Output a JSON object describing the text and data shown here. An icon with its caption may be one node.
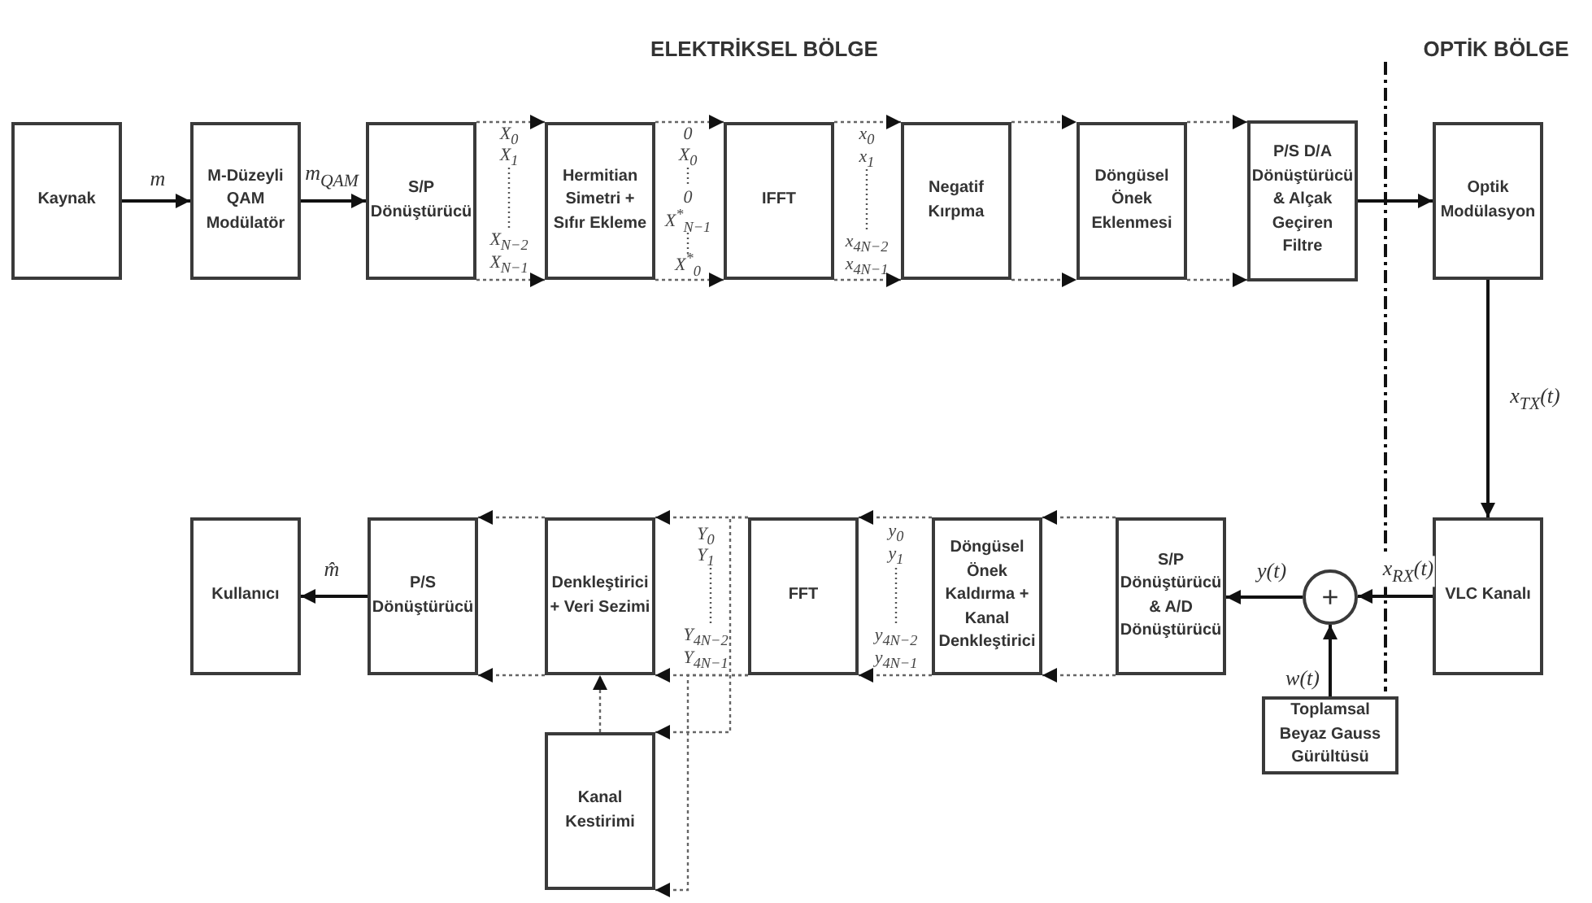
{
  "diagram": {
    "nodes": [
      {
        "text": [
          "Kaynak"
        ]
      },
      {
        "text": [
          "M-Düzeyli QAM Modülatör"
        ]
      },
      {
        "text": [
          "S/P Dönüştürücü"
        ]
      },
      {
        "text": [
          "Hermitian Simetri + Sıfır Ekleme"
        ]
      },
      {
        "text": [
          "IFFT"
        ]
      },
      {
        "text": [
          "Negatif Kırpma"
        ]
      },
      {
        "text": [
          "Döngüsel Önek Eklenmesi"
        ]
      },
      {
        "text": [
          "P/S D/A Dönüştürücü & Alçak Geçiren Filtre"
        ]
      },
      {
        "text": [
          "Optik Modülasyon"
        ]
      },
      {
        "text": [
          "VLC Kanalı"
        ]
      },
      {
        "text": [
          "+"
        ]
      },
      {
        "text": [
          "Toplamsal Beyaz Gauss Gürültüsü"
        ]
      },
      {
        "text": [
          "S/P Dönüştürücü & A/D Dönüştürücü"
        ]
      },
      {
        "text": [
          "Döngüsel Önek Kaldırma + Kanal Denkleştirici"
        ]
      },
      {
        "text": [
          "FFT"
        ]
      },
      {
        "text": [
          "Denkleştirici + Veri Sezimi"
        ]
      },
      {
        "text": [
          "P/S Dönüştürücü"
        ]
      },
      {
        "text": [
          "Kullanıcı"
        ]
      },
      {
        "text": [
          "Kanal Kestirimi"
        ]
      }
    ],
    "edges": [
      {
        "from": 0,
        "to": 1,
        "arrow": "to",
        "label": "m"
      },
      {
        "from": 1,
        "to": 2,
        "arrow": "to",
        "label": "m$_{QAM}$"
      },
      {
        "from": 2,
        "to": 3,
        "arrow": "to",
        "style": "dashed"
      },
      {
        "from": 2,
        "to": 3,
        "arrow": "to",
        "style": "dashed"
      },
      {
        "from": 3,
        "to": 4,
        "arrow": "to",
        "style": "dashed"
      },
      {
        "from": 3,
        "to": 4,
        "arrow": "to",
        "style": "dashed"
      },
      {
        "from": 4,
        "to": 5,
        "arrow": "to",
        "style": "dashed"
      },
      {
        "from": 4,
        "to": 5,
        "arrow": "to",
        "style": "dashed"
      },
      {
        "from": 5,
        "to": 6,
        "arrow": "to",
        "style": "dashed"
      },
      {
        "from": 5,
        "to": 6,
        "arrow": "to",
        "style": "dashed"
      },
      {
        "from": 6,
        "to": 7,
        "arrow": "to",
        "style": "dashed"
      },
      {
        "from": 6,
        "to": 7,
        "arrow": "to",
        "style": "dashed"
      },
      {
        "from": 7,
        "to": 8,
        "arrow": "to"
      },
      {
        "from": 8,
        "to": 9,
        "arrow": "to",
        "label": "x$_{TX}$(t)"
      },
      {
        "from": 9,
        "to": 10,
        "arrow": "to",
        "label": "x$_{RX}$(t)"
      },
      {
        "from": 11,
        "to": 10,
        "arrow": "to",
        "label": "w(t)"
      },
      {
        "from": 10,
        "to": 12,
        "arrow": "to",
        "label": "y(t)"
      },
      {
        "from": 12,
        "to": 13,
        "arrow": "to",
        "style": "dashed"
      },
      {
        "from": 12,
        "to": 13,
        "arrow": "to",
        "style": "dashed"
      },
      {
        "from": 13,
        "to": 14,
        "arrow": "to",
        "style": "dashed"
      },
      {
        "from": 13,
        "to": 14,
        "arrow": "to",
        "style": "dashed"
      },
      {
        "from": 14,
        "to": 15,
        "arrow": "to",
        "style": "dashed"
      },
      {
        "from": 14,
        "to": 15,
        "arrow": "to",
        "style": "dashed"
      },
      {
        "from": 14,
        "to": 18,
        "arrow": "to",
        "style": "dashed"
      },
      {
        "from": 14,
        "to": 18,
        "arrow": "to",
        "style": "dashed"
      },
      {
        "from": 18,
        "to": 15,
        "arrow": "to",
        "style": "dashed"
      },
      {
        "from": 15,
        "to": 16,
        "arrow": "to",
        "style": "dashed"
      },
      {
        "from": 15,
        "to": 16,
        "arrow": "to",
        "style": "dashed"
      },
      {
        "from": 16,
        "to": 17,
        "arrow": "to",
        "label": "m̂"
      }
    ],
    "labels": [
      "ELEKTRİKSEL BÖLGE",
      "OPTİK BÖLGE",
      "X$_{0}$",
      "X$_{1}$",
      "X$_{N−2}$",
      "X$_{N−1}$",
      "0",
      "X$_{0}$",
      "0",
      "X$^{*}$$_{N−1}$",
      "X$^{*}$$_{0}$",
      "x$_{0}$",
      "x$_{1}$",
      "x$_{4N−2}$",
      "x$_{4N−1}$",
      "Y$_{0}$",
      "Y$_{1}$",
      "Y$_{4N−2}$",
      "Y$_{4N−1}$",
      "y$_{0}$",
      "y$_{1}$",
      "y$_{4N−2}$",
      "y$_{4N−1}$"
    ]
  }
}
